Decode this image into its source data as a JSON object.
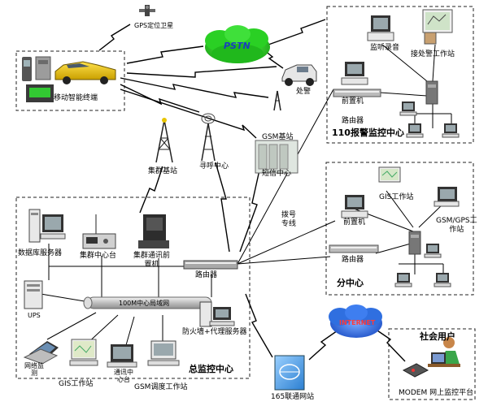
{
  "labels": {
    "gps": "GPS定位卫星",
    "pstn": "PSTN",
    "mobile": "移动智能终端",
    "monitor_record": "监听录音",
    "dispatch": "接处警工作站",
    "police": "处警",
    "front110": "前置机",
    "router110": "路由器",
    "center110": "110报警监控中心",
    "gsm_base": "GSM基站",
    "sms_center": "短信中心",
    "trunk_base": "集群基站",
    "paging": "寻呼中心",
    "dedicated": "拨号\n专线",
    "gis_sub": "GIS工作站",
    "front_sub": "前置机",
    "gsm_gps": "GSM/GPS工\n作站",
    "router_sub": "路由器",
    "sub_center": "分中心",
    "db_server": "数据库服务器",
    "trunk_console": "集群中心台",
    "trunk_front": "集群通讯前\n置机",
    "router_main": "路由器",
    "ups": "UPS",
    "lan": "100M中心局域网",
    "firewall": "防火墙+代理服务器",
    "mobile_pc": "网络监\n测",
    "gis_main": "GIS工作站",
    "console_main": "通讯中\n心台",
    "gsm_dispatch": "GSM调度工作站",
    "main_center": "总监控中心",
    "unicom": "165联通网站",
    "internet": "INTERNET",
    "social": "社会用户",
    "modem": "MODEM 网上监控平台"
  },
  "colors": {
    "dashed_border": "#222222",
    "pstn_cloud": "#22c21e",
    "pstn_text": "#1a3fbf",
    "internet_cloud": "#1f5fd6",
    "internet_text": "#ff3b3b",
    "lan_pipe": "#c9c9c9"
  }
}
